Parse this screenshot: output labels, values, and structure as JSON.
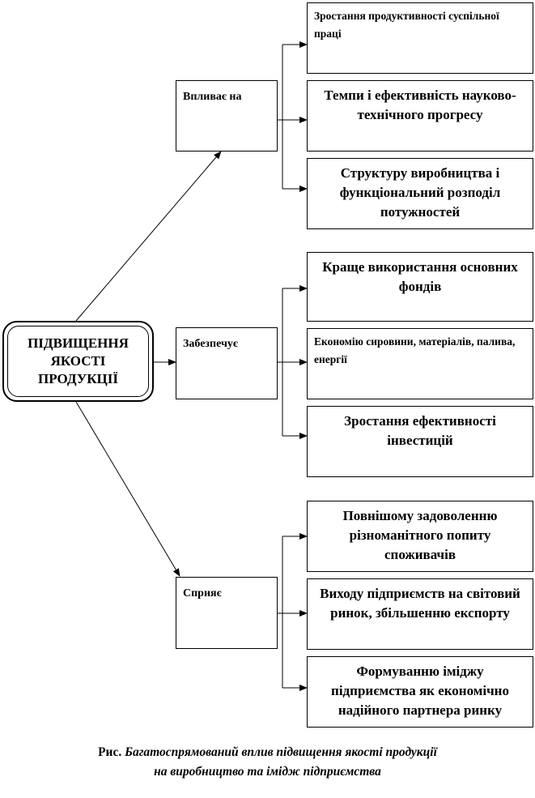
{
  "center": {
    "label": "ПІДВИЩЕННЯ ЯКОСТІ ПРОДУКЦІЇ"
  },
  "groups": [
    {
      "label": "Впливає на",
      "items": [
        "Зростання продуктивності суспільної праці",
        "Темпи і ефективність науково-технічного прогресу",
        "Структуру виробництва і функціональний розподіл потужностей"
      ]
    },
    {
      "label": "Забезпечує",
      "items": [
        "Краще використання основних фондів",
        "Економію сировини, матеріалів, палива, енергії",
        "Зростання ефективності інвестицій"
      ]
    },
    {
      "label": "Сприяє",
      "items": [
        "Повнішому задоволенню різноманітного попиту споживачів",
        "Виходу підприємств на світовий ринок, збільшенню експорту",
        "Формуванню іміджу підприємства як економічно надійного партнера ринку"
      ]
    }
  ],
  "caption": {
    "prefix": "Рис.",
    "line1": "Багатоспрямований вплив підвищення якості продукції",
    "line2": "на виробництво та імідж підприємства"
  }
}
